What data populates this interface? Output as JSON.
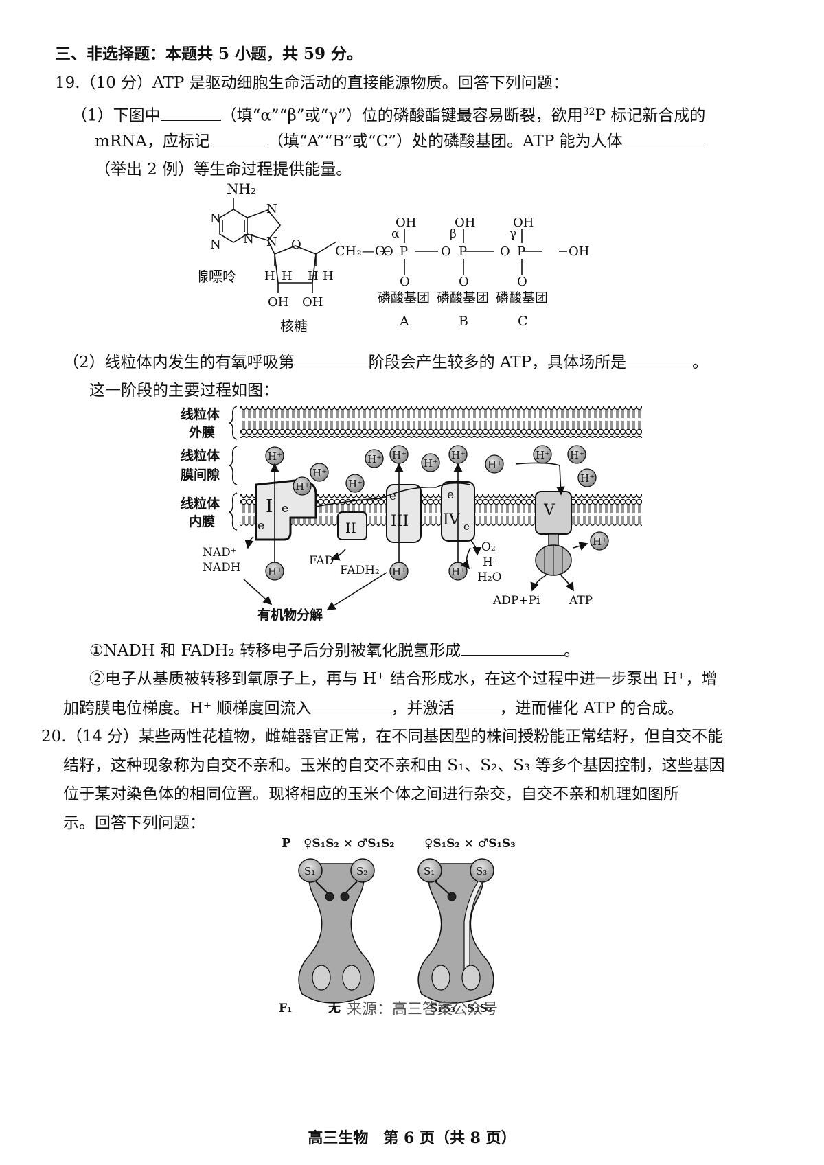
{
  "section": {
    "title": "三、非选择题：本题共 5 小题，共 59 分。"
  },
  "q19": {
    "intro": "19.（10 分）ATP 是驱动细胞生命活动的直接能源物质。回答下列问题：",
    "p1_a": "（1）下图中",
    "p1_b": "（填“α”“β”或“γ”）位的磷酸酯键最容易断裂，欲用",
    "p1_sup": "32",
    "p1_c": "P 标记新合成的",
    "p2_a": "mRNA，应标记",
    "p2_b": "（填“A”“B”或“C”）处的磷酸基团。ATP 能为人体",
    "p3": "（举出 2 例）等生命过程提供能量。",
    "atp": {
      "nh2": "NH₂",
      "n": "N",
      "h": "H",
      "o": "O",
      "oh": "OH",
      "p": "P",
      "ch2o": "CH₂—O",
      "adenine": "腺嘌呤",
      "ribose": "核糖",
      "alpha": "α",
      "beta": "β",
      "gamma": "γ",
      "phosphate": "磷酸基团",
      "label_a": "A",
      "label_b": "B",
      "label_c": "C"
    },
    "q2_a": "（2）线粒体内发生的有氧呼吸第",
    "q2_b": "阶段会产生较多的 ATP，具体场所是",
    "q2_end": "。",
    "q2_line2": "这一阶段的主要过程如图：",
    "mito": {
      "outer1": "线粒体",
      "outer2": "外膜",
      "space1": "线粒体",
      "space2": "膜间隙",
      "inner1": "线粒体",
      "inner2": "内膜",
      "hplus": "H⁺",
      "e": "e",
      "c1": "I",
      "c2": "II",
      "c3": "III",
      "c4": "IV",
      "c5": "V",
      "nadp": "NAD⁺",
      "nadh": "NADH",
      "fad": "FAD",
      "fadh2": "FADH₂",
      "o2": "O₂",
      "hp": "H⁺",
      "h2o": "H₂O",
      "adp": "ADP+Pi",
      "atp": "ATP",
      "organic": "有机物分解"
    },
    "s1_a": "①NADH 和 FADH₂ 转移电子后分别被氧化脱氢形成",
    "s1_b": "。",
    "s2_l1": "②电子从基质被转移到氧原子上，再与 H⁺ 结合形成水，在这个过程中进一步泵出 H⁺，增",
    "s2_a": "加跨膜电位梯度。H⁺ 顺梯度回流入",
    "s2_b": "，并激活",
    "s2_c": "，进而催化 ATP 的合成。"
  },
  "q20": {
    "l1": "20.（14 分）某些两性花植物，雌雄器官正常，在不同基因型的株间授粉能正常结籽，但自交不能",
    "l2": "结籽，这种现象称为自交不亲和。玉米的自交不亲和由 S₁、S₂、S₃ 等多个基因控制，这些基因",
    "l3": "位于某对染色体的相同位置。现将相应的玉米个体之间进行杂交，自交不亲和机理如图所",
    "l4": "示。回答下列问题：",
    "fig": {
      "p": "P",
      "cross1": "♀S₁S₂ × ♂S₁S₂",
      "cross2": "♀S₁S₂ × ♂S₁S₃",
      "s1": "S₁",
      "s2": "S₂",
      "s3": "S₃",
      "f1": "F₁",
      "none": "无",
      "res1": "S₁S₃",
      "res2": "S₂S₃"
    }
  },
  "watermark": "来源：高三答案公众号",
  "footer": "高三生物　第 6 页（共 8 页）"
}
